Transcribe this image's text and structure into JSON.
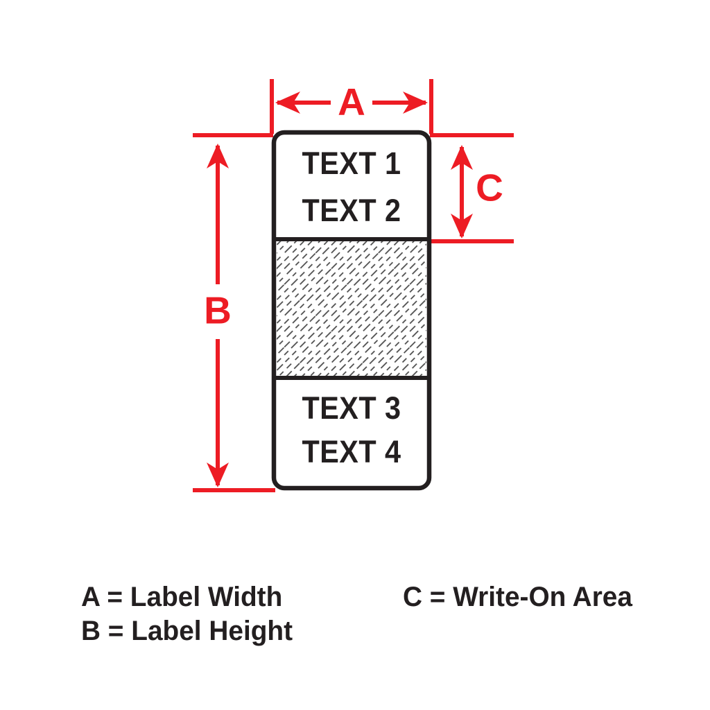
{
  "diagram": {
    "dim_a": "A",
    "dim_b": "B",
    "dim_c": "C",
    "label_lines": [
      "TEXT 1",
      "TEXT 2",
      "TEXT 3",
      "TEXT 4"
    ],
    "colors": {
      "dimension_red": "#ED1C24",
      "ink_black": "#231F20"
    }
  },
  "legend": {
    "items": [
      "A = Label Width",
      "B = Label Height",
      "C = Write-On Area"
    ]
  }
}
